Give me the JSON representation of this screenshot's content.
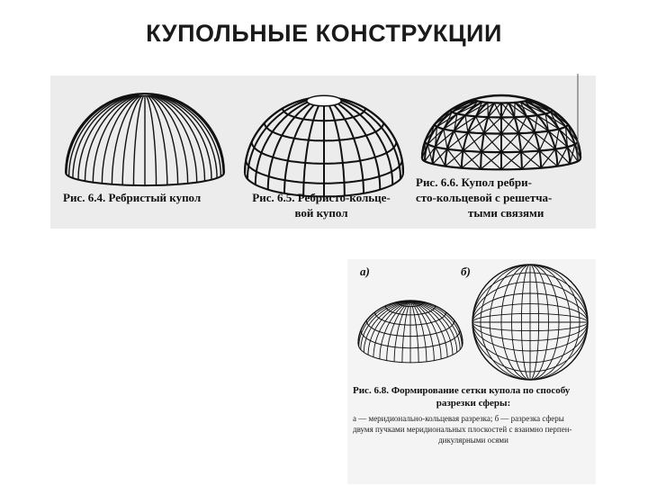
{
  "page_title": "КУПОЛЬНЫЕ КОНСТРУКЦИИ",
  "fig_6_4": {
    "caption": "Рис. 6.4. Ребристый купол"
  },
  "fig_6_5": {
    "caption_line1": "Рис. 6.5. Ребристо-кольце-",
    "caption_line2": "вой купол"
  },
  "fig_6_6": {
    "caption_line1": "Рис. 6.6. Купол ребри-",
    "caption_line2": "сто-кольцевой с решетча-",
    "caption_line3": "тыми связями"
  },
  "fig_6_8": {
    "label_a": "а)",
    "label_b": "б)",
    "caption_line1": "Рис. 6.8. Формирование сетки купола по способу",
    "caption_line2": "разрезки сферы:",
    "note_line1": "а — меридионально-кольцевая разрезка; б — разрезка сферы",
    "note_line2": "двумя пучками меридиональных плоскостей с взаимно перпен-",
    "note_line3": "дикулярными осями"
  }
}
